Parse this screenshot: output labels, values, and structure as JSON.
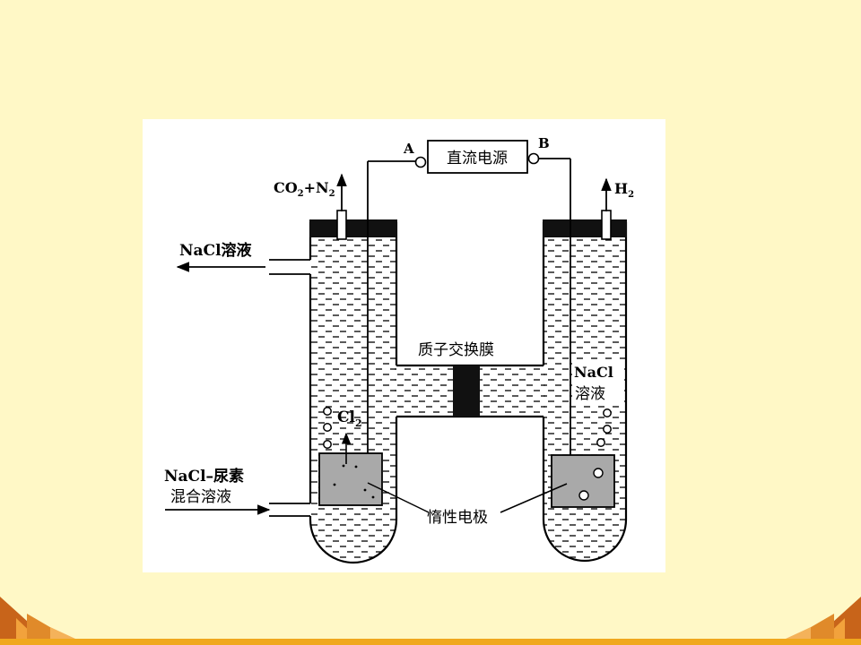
{
  "diagram": {
    "power_supply_label": "直流电源",
    "terminal_a": "A",
    "terminal_b": "B",
    "gas_out_left": {
      "main": "CO",
      "sub1": "2",
      "mid": "+N",
      "sub2": "2"
    },
    "gas_out_right": {
      "main": "H",
      "sub": "2"
    },
    "nacl_out_label": "NaCl溶液",
    "nacl_urea_in_label_line1": "NaCl–尿素",
    "nacl_urea_in_label_line2": "混合溶液",
    "membrane_label": "质子交换膜",
    "right_solution_line1": "NaCl",
    "right_solution_line2": "溶液",
    "cl2_label": {
      "main": "Cl",
      "sub": "2"
    },
    "electrode_label": "惰性电极"
  },
  "colors": {
    "background": "#FFF8C6",
    "panel": "#FFFFFF",
    "electrode_fill": "#A9A9A9",
    "cap_fill": "#111111",
    "membrane_fill": "#111111",
    "bottom_bar": "#F0A81E",
    "corner_deco_dark": "#C8641A",
    "corner_deco_light": "#F2A23C"
  }
}
